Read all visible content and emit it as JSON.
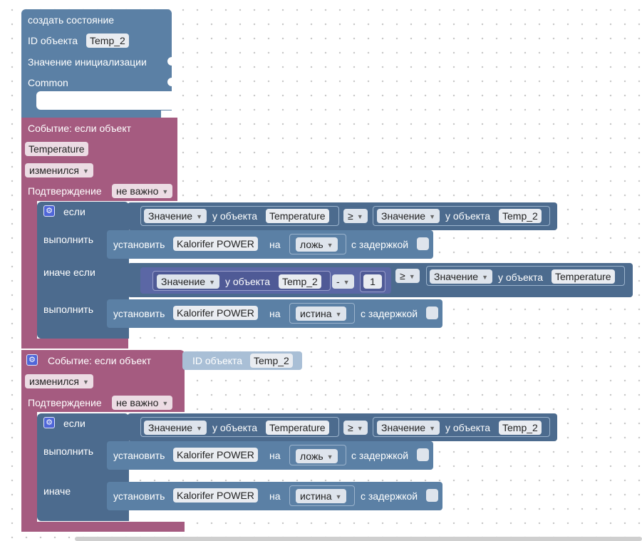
{
  "create_state": {
    "title": "создать состояние",
    "id_label": "ID объекта",
    "id_value": "Temp_2",
    "init_label": "Значение инициализации",
    "common_label": "Common"
  },
  "event1": {
    "title": "Событие: если объект",
    "object": "Temperature",
    "mode": "изменился",
    "ack_label": "Подтверждение",
    "ack_value": "не важно",
    "if_label": "если",
    "do_label": "выполнить",
    "elseif_label": "иначе если",
    "do2_label": "выполнить",
    "cond1": {
      "left_attr": "Значение",
      "of_label": "у объекта",
      "left_obj": "Temperature",
      "op": "≥",
      "right_attr": "Значение",
      "right_obj": "Temp_2"
    },
    "set1": {
      "label": "установить",
      "obj": "Kalorifer POWER",
      "on": "на",
      "value": "ложь",
      "delay": "с задержкой"
    },
    "cond2": {
      "left_attr": "Значение",
      "of_label": "у объекта",
      "left_obj": "Temp_2",
      "math_op": "-",
      "num": "1",
      "op": "≥",
      "right_attr": "Значение",
      "right_obj": "Temperature"
    },
    "set2": {
      "label": "установить",
      "obj": "Kalorifer POWER",
      "on": "на",
      "value": "истина",
      "delay": "с задержкой"
    }
  },
  "event2": {
    "title": "Событие: если объект",
    "id_label": "ID объекта",
    "id_value": "Temp_2",
    "mode": "изменился",
    "ack_label": "Подтверждение",
    "ack_value": "не важно",
    "if_label": "если",
    "do_label": "выполнить",
    "else_label": "иначе",
    "cond1": {
      "left_attr": "Значение",
      "of_label": "у объекта",
      "left_obj": "Temperature",
      "op": "≥",
      "right_attr": "Значение",
      "right_obj": "Temp_2"
    },
    "set1": {
      "label": "установить",
      "obj": "Kalorifer POWER",
      "on": "на",
      "value": "ложь",
      "delay": "с задержкой"
    },
    "set2": {
      "label": "установить",
      "obj": "Kalorifer POWER",
      "on": "на",
      "value": "истина",
      "delay": "с задержкой"
    }
  },
  "colors": {
    "system_block": "#5b80a5",
    "trigger_block": "#a55b80",
    "math_block": "#5b67a5",
    "field": "#e9ecf1"
  },
  "icons": [
    "gear-icon",
    "dropdown-arrow-icon",
    "checkbox-icon"
  ]
}
